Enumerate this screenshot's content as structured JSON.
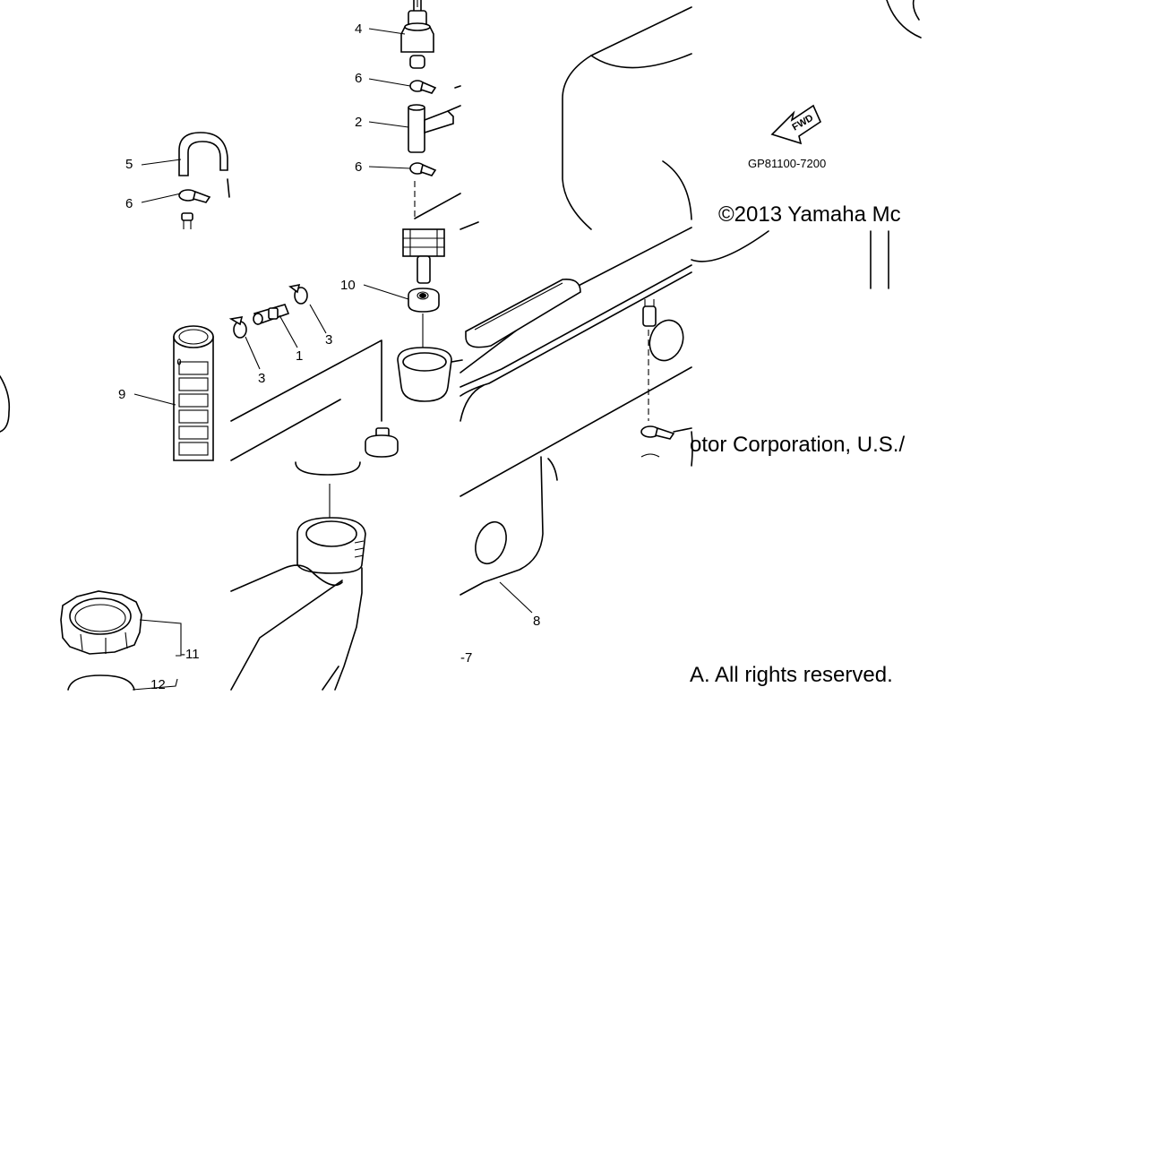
{
  "diagram": {
    "callouts": {
      "c1": "1",
      "c2": "2",
      "c3a": "3",
      "c3b": "3",
      "c4": "4",
      "c5": "5",
      "c6a": "6",
      "c6b": "6",
      "c6c": "6",
      "c7": "-7",
      "c8": "8",
      "c9": "9",
      "c10": "10",
      "c11": "-11",
      "c12": "12"
    },
    "fwd_label": "FWD",
    "drawing_code": "GP81100-7200",
    "copyright_fragments": {
      "part1": "©2013 Yamaha Mc",
      "part2": "otor Corporation, U.S./",
      "part3": "A. All rights reserved."
    }
  }
}
